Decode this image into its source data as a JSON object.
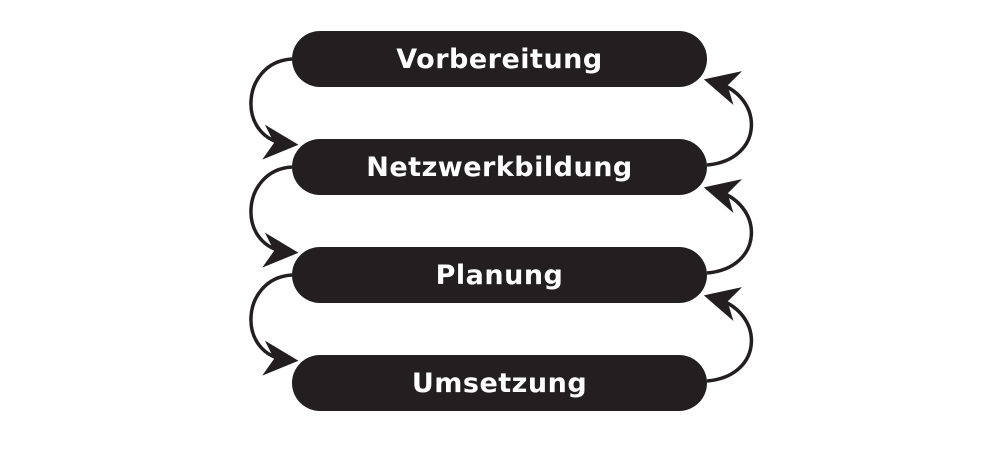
{
  "diagram": {
    "type": "cyclic-process-flow",
    "colors": {
      "box_fill": "#231f20",
      "box_text": "#ffffff",
      "arrow": "#231f20",
      "background": "#ffffff"
    },
    "steps": [
      {
        "label": "Vorbereitung"
      },
      {
        "label": "Netzwerkbildung"
      },
      {
        "label": "Planung"
      },
      {
        "label": "Umsetzung"
      }
    ],
    "connections": [
      {
        "from": "Vorbereitung",
        "to": "Netzwerkbildung",
        "side": "left",
        "direction": "down"
      },
      {
        "from": "Netzwerkbildung",
        "to": "Planung",
        "side": "left",
        "direction": "down"
      },
      {
        "from": "Planung",
        "to": "Umsetzung",
        "side": "left",
        "direction": "down"
      },
      {
        "from": "Netzwerkbildung",
        "to": "Vorbereitung",
        "side": "right",
        "direction": "up"
      },
      {
        "from": "Planung",
        "to": "Netzwerkbildung",
        "side": "right",
        "direction": "up"
      },
      {
        "from": "Umsetzung",
        "to": "Planung",
        "side": "right",
        "direction": "up"
      }
    ]
  }
}
